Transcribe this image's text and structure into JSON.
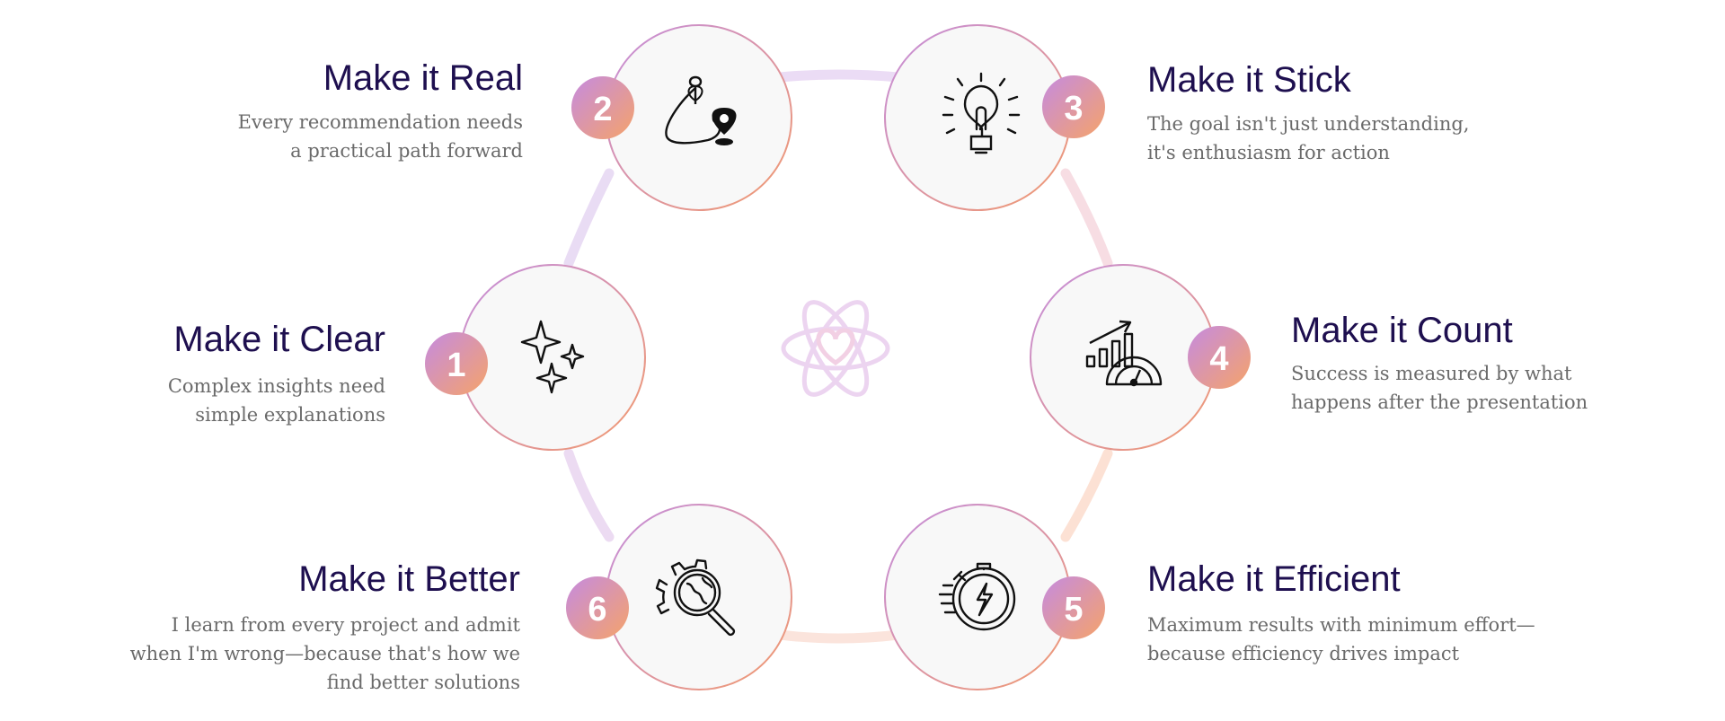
{
  "steps": [
    {
      "number": "1",
      "title": "Make it Clear",
      "desc_lines": [
        "Complex insights need",
        "simple explanations"
      ],
      "icon": "sparkles-icon"
    },
    {
      "number": "2",
      "title": "Make it Real",
      "desc_lines": [
        "Every recommendation needs",
        "a practical path forward"
      ],
      "icon": "map-route-icon"
    },
    {
      "number": "3",
      "title": "Make it Stick",
      "desc_lines": [
        "The goal isn't just understanding,",
        "it's enthusiasm for action"
      ],
      "icon": "lightbulb-icon"
    },
    {
      "number": "4",
      "title": "Make it Count",
      "desc_lines": [
        "Success is measured by what",
        "happens after the presentation"
      ],
      "icon": "growth-chart-gauge-icon"
    },
    {
      "number": "5",
      "title": "Make it Efficient",
      "desc_lines": [
        "Maximum results with minimum effort—",
        "because efficiency drives impact"
      ],
      "icon": "stopwatch-lightning-icon"
    },
    {
      "number": "6",
      "title": "Make it Better",
      "desc_lines": [
        "I learn from every project and admit",
        "when I'm wrong—because that's how we",
        "find better solutions"
      ],
      "icon": "gear-magnifier-icon"
    }
  ],
  "center_icon": "atom-heart-icon",
  "colors": {
    "title": "#1e0f4f",
    "desc": "#6a6a6a",
    "gradient_start": "#c58be0",
    "gradient_end": "#f5a06a",
    "circle_fill": "#f8f8f8"
  }
}
